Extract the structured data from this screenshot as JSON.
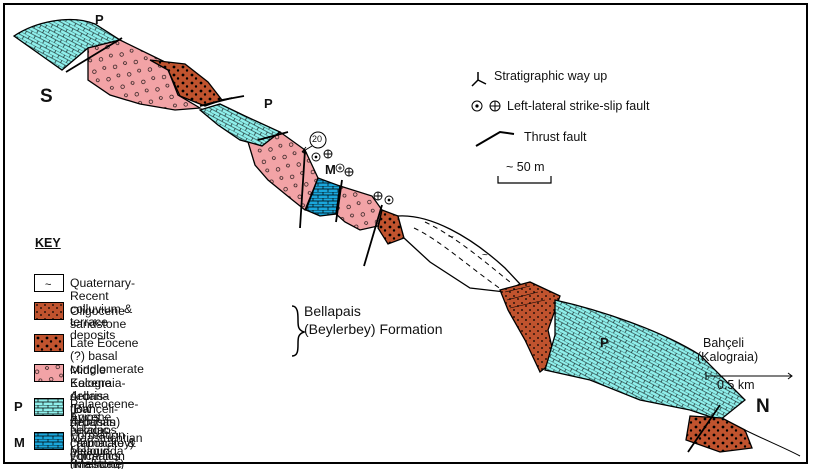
{
  "compass": {
    "south": "S",
    "north": "N"
  },
  "unit_labels": [
    {
      "id": "p-top",
      "text": "P"
    },
    {
      "id": "p-mid",
      "text": "P"
    },
    {
      "id": "p-lower",
      "text": "P"
    },
    {
      "id": "m-label",
      "text": "M"
    }
  ],
  "dip_value": "20",
  "place": {
    "name": "Bahçeli",
    "alt_name": "(Kalograia)"
  },
  "legend_top": {
    "way_up": "Stratigraphic way up",
    "strike_slip": "Left-lateral strike-slip fault",
    "thrust": "Thrust fault",
    "scale_small": "~ 50 m"
  },
  "scale_large": "0.5 km",
  "key": {
    "title": "KEY",
    "items": [
      {
        "id": "colluvium",
        "symbol": "",
        "lines": [
          "Quaternary-Recent colluvium & terrace deposits"
        ],
        "fill": "#ffffff"
      },
      {
        "id": "oligocene",
        "symbol": "",
        "lines": [
          "Oligocene sandstone"
        ],
        "fill": "#c0532e"
      },
      {
        "id": "conglomerate",
        "symbol": "",
        "lines": [
          "Late Eocene (?) basal conglomerate"
        ],
        "fill": "#c0532e"
      },
      {
        "id": "debris-flow",
        "symbol": "",
        "lines": [
          "Middle Eocene debris-flow deposits",
          "Kalograia-Ardana (Bahçeli-Ardahan) Formation"
        ],
        "fill": "#f2a3a6"
      },
      {
        "id": "pelagic-carbonate",
        "symbol": "P",
        "lines": [
          "Palaeocene-Eocene pelagic carbonate & volcanics",
          "Ayios Nikolaos (Yamaçköy) Formation"
        ],
        "fill": "#8ff0ec"
      },
      {
        "id": "maastrichtian",
        "symbol": "M",
        "lines": [
          "Maastrichtian pelagic limestone",
          "Melounda (Mallıdağ) Formation"
        ],
        "fill": "#1aa7dc"
      }
    ],
    "bracket_label": [
      "Bellapais",
      "(Beylerbey) Formation"
    ]
  },
  "colors": {
    "cyan": "#8ff0ec",
    "blue": "#1aa7dc",
    "pink": "#f2a3a6",
    "rust": "#c0532e",
    "line": "#000000"
  }
}
